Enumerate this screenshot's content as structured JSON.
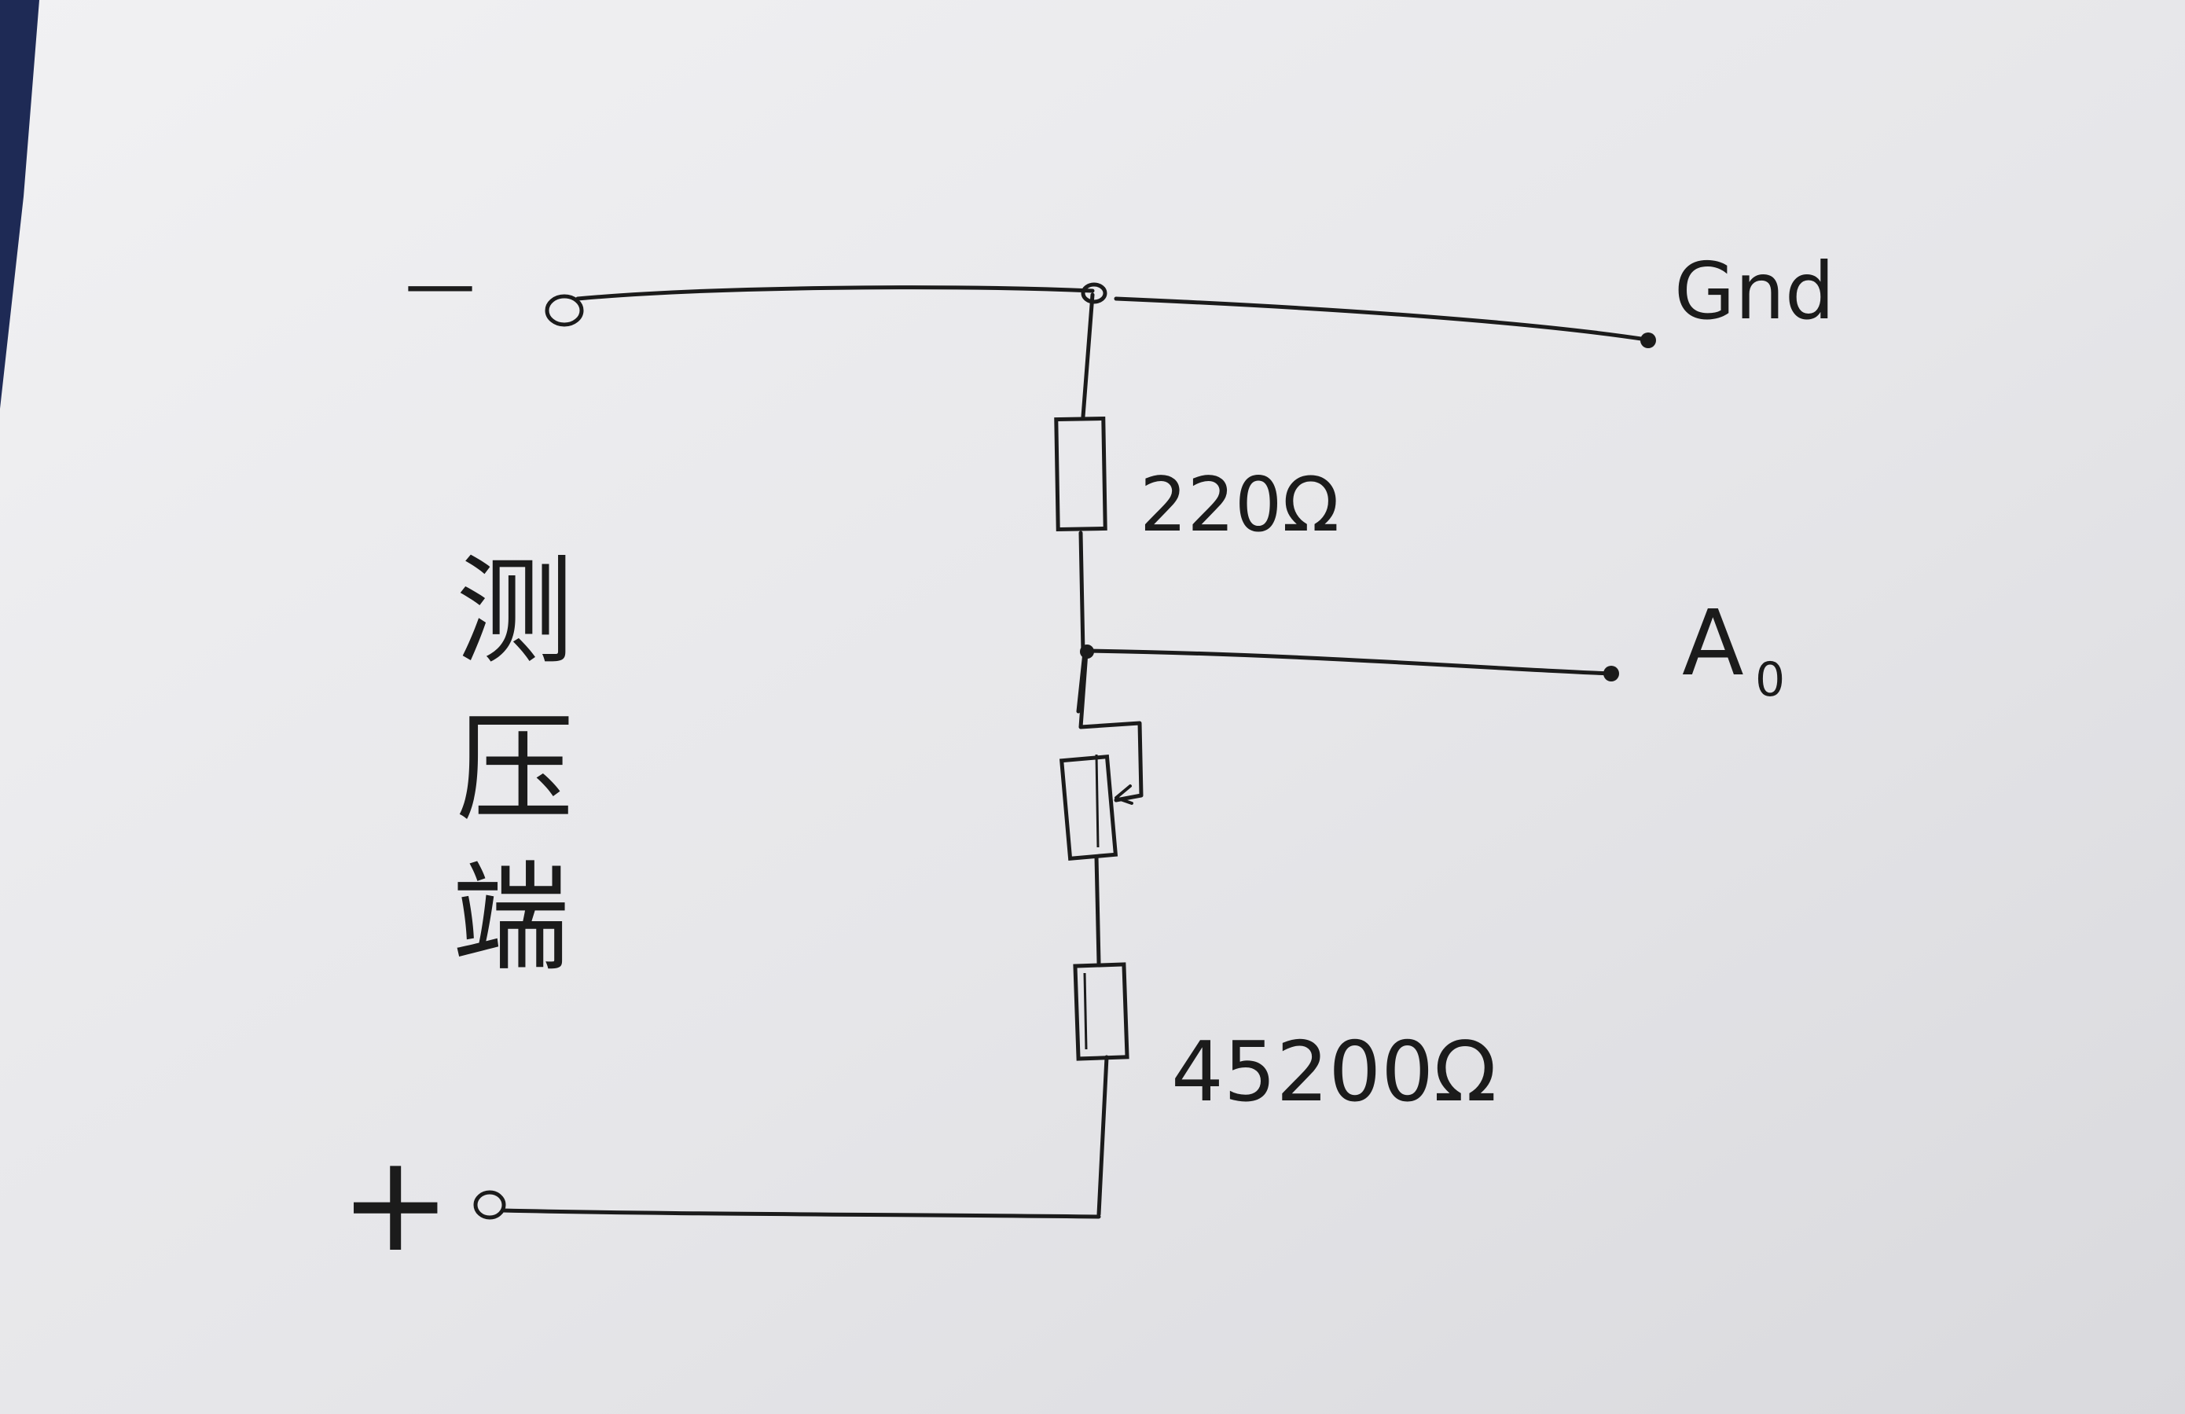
{
  "circuit": {
    "terminal_minus": "—",
    "terminal_plus": "+",
    "side_label_chars": [
      "测",
      "压",
      "端"
    ],
    "gnd_label": "Gnd",
    "a0_letter": "A",
    "a0_subscript": "0",
    "resistor_top_value": "220Ω",
    "resistor_bottom_value": "45200Ω"
  },
  "colors": {
    "paper": "#ececee",
    "ink": "#1b1b1b",
    "background_cloth": "#1e2a55"
  }
}
